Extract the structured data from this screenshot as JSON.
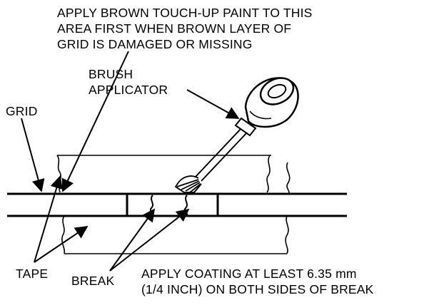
{
  "labels": {
    "top_note": [
      "APPLY BROWN TOUCH-UP PAINT TO THIS",
      "AREA FIRST WHEN BROWN LAYER OF",
      "GRID IS DAMAGED OR MISSING"
    ],
    "brush_applicator": [
      "BRUSH",
      "APPLICATOR"
    ],
    "grid": "GRID",
    "tape": "TAPE",
    "break": "BREAK",
    "coating_note": [
      "APPLY COATING AT LEAST 6.35 mm",
      "(1/4 INCH) ON BOTH SIDES OF BREAK"
    ]
  },
  "colors": {
    "ink": "#000000",
    "paper": "#ffffff"
  }
}
